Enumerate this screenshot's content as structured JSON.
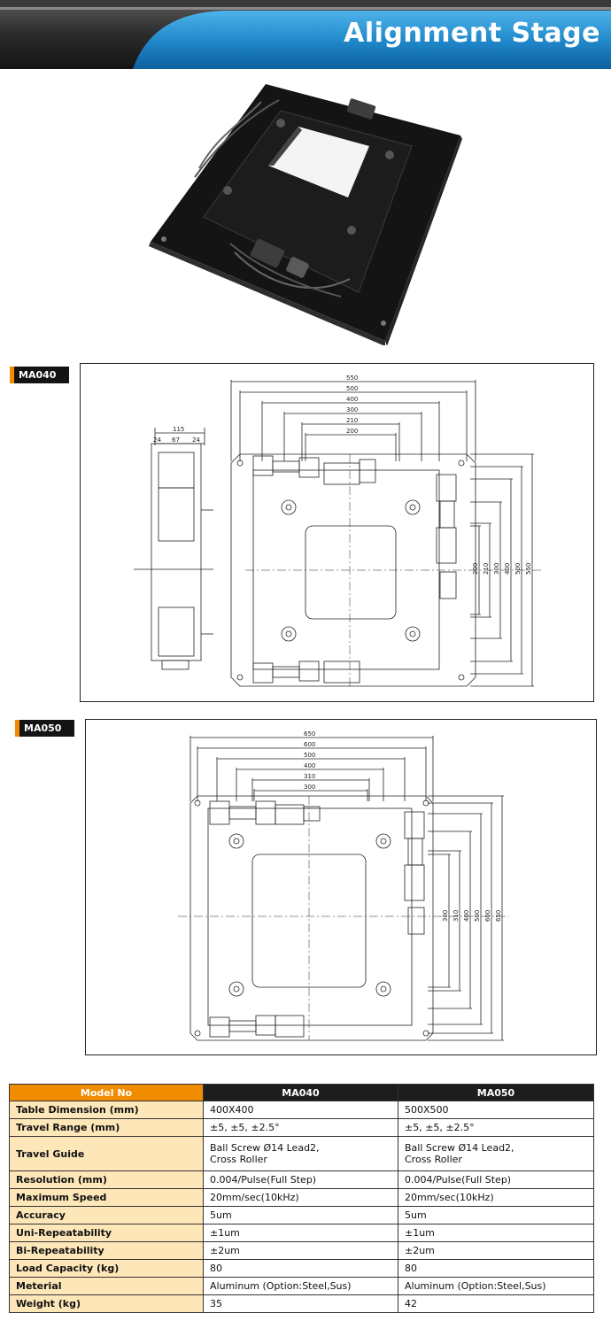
{
  "header": {
    "title": "Alignment Stage"
  },
  "drawings": [
    {
      "model": "MA040",
      "top_dims": [
        "550",
        "500",
        "400",
        "300",
        "210",
        "200"
      ],
      "side_dims": [
        "200",
        "210",
        "300",
        "400",
        "500",
        "550"
      ],
      "profile_dims": {
        "total": "115",
        "left": "24",
        "center": "67",
        "right": "24"
      }
    },
    {
      "model": "MA050",
      "top_dims": [
        "650",
        "600",
        "500",
        "400",
        "310",
        "300"
      ],
      "side_dims": [
        "300",
        "310",
        "400",
        "500",
        "600",
        "650"
      ]
    }
  ],
  "spec_table": {
    "headers": [
      "Model No",
      "MA040",
      "MA050"
    ],
    "rows": [
      {
        "label": "Table Dimension (mm)",
        "ma040": "400X400",
        "ma050": "500X500"
      },
      {
        "label": "Travel Range (mm)",
        "ma040": "±5, ±5, ±2.5°",
        "ma050": "±5, ±5, ±2.5°"
      },
      {
        "label": "Travel Guide",
        "ma040": "Ball Screw Ø14 Lead2,\nCross Roller",
        "ma050": "Ball Screw Ø14 Lead2,\nCross Roller"
      },
      {
        "label": "Resolution (mm)",
        "ma040": "0.004/Pulse(Full Step)",
        "ma050": "0.004/Pulse(Full Step)"
      },
      {
        "label": "Maximum Speed",
        "ma040": "20mm/sec(10kHz)",
        "ma050": "20mm/sec(10kHz)"
      },
      {
        "label": "Accuracy",
        "ma040": "5um",
        "ma050": "5um"
      },
      {
        "label": "Uni-Repeatability",
        "ma040": "±1um",
        "ma050": "±1um"
      },
      {
        "label": "Bi-Repeatability",
        "ma040": "±2um",
        "ma050": "±2um"
      },
      {
        "label": "Load Capacity (kg)",
        "ma040": "80",
        "ma050": "80"
      },
      {
        "label": "Meterial",
        "ma040": "Aluminum (Option:Steel,Sus)",
        "ma050": "Aluminum (Option:Steel,Sus)"
      },
      {
        "label": "Weight (kg)",
        "ma040": "35",
        "ma050": "42"
      }
    ]
  },
  "colors": {
    "banner_dark": "#2a2a2a",
    "banner_blue": "#1f86c6",
    "tag_accent": "#f28b00",
    "label_bg": "#fde6b8",
    "header_orange": "#f08c00"
  }
}
